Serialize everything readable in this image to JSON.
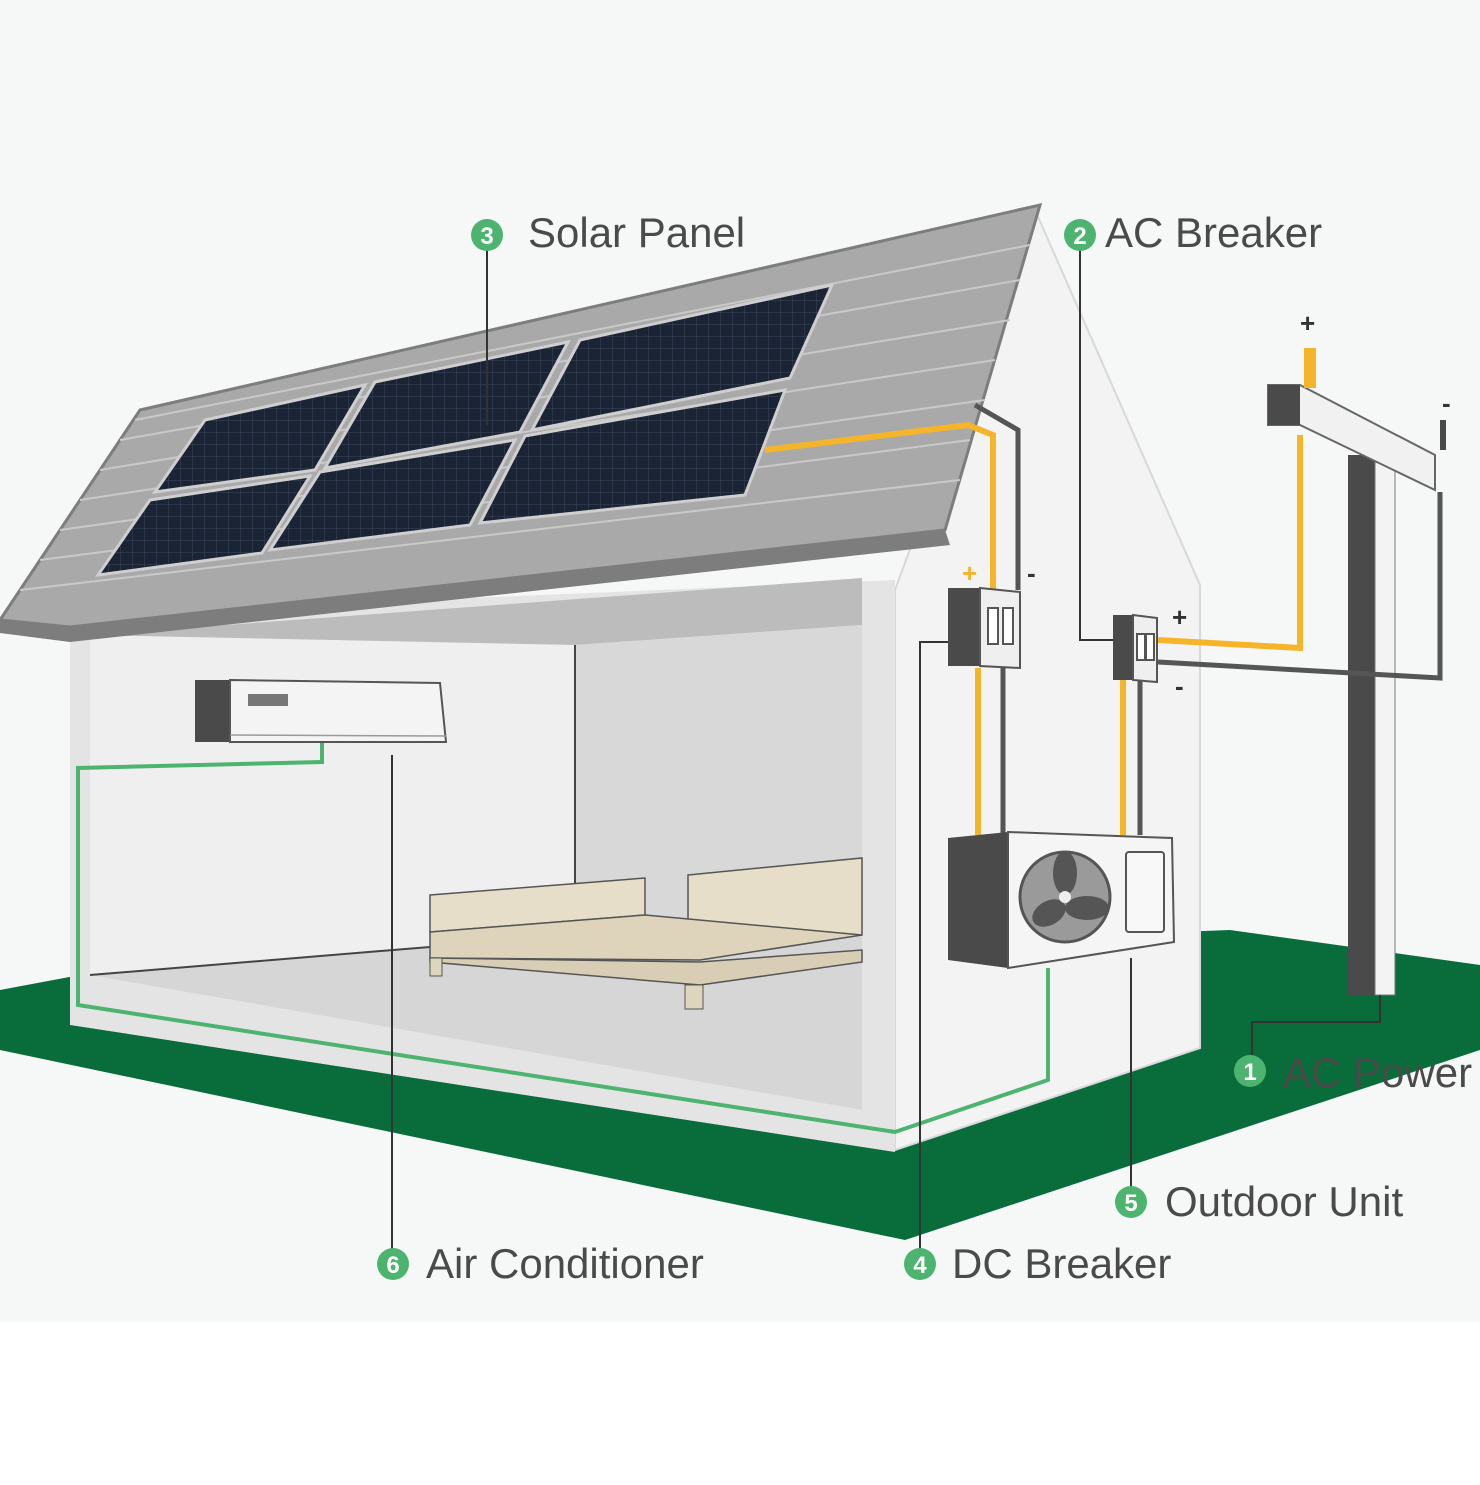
{
  "colors": {
    "background": "#f6f8f7",
    "ground": "#086c3b",
    "badge": "#4db46f",
    "dc_wire": "#f5b52b",
    "neg_wire": "#555555",
    "ac_wire": "#4db46f",
    "panel": "#1b2434",
    "roof": "#a9a9a9",
    "sofa": "#ded5bd"
  },
  "labels": [
    {
      "num": "1",
      "text": "AC Power"
    },
    {
      "num": "2",
      "text": "AC Breaker"
    },
    {
      "num": "3",
      "text": "Solar Panel"
    },
    {
      "num": "4",
      "text": "DC Breaker"
    },
    {
      "num": "5",
      "text": "Outdoor Unit"
    },
    {
      "num": "6",
      "text": "Air Conditioner"
    }
  ],
  "signs": {
    "plus": "+",
    "minus": "-"
  }
}
